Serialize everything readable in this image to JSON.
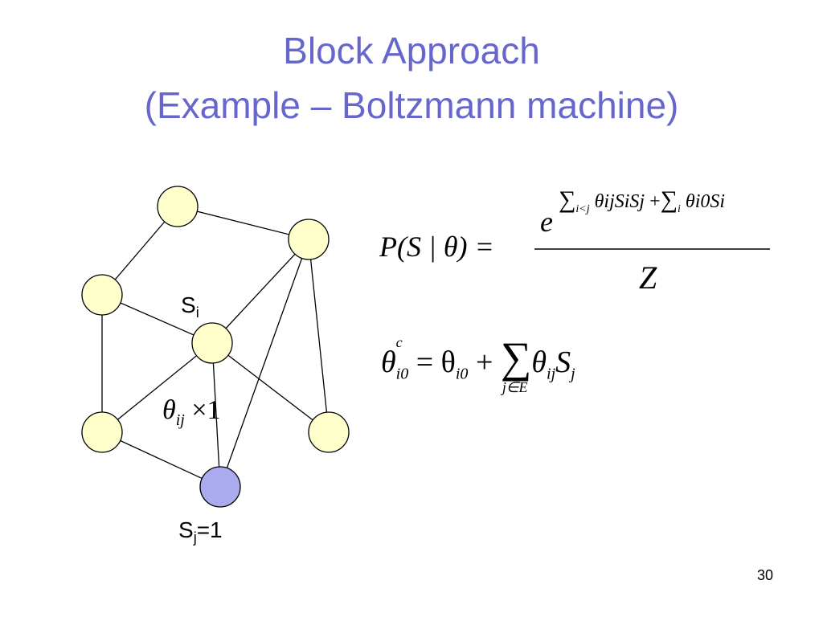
{
  "slide": {
    "title_line1": "Block Approach",
    "title_line2": "(Example – Boltzmann machine)",
    "page_number": "30"
  },
  "diagram": {
    "node_fill": "#ffffcc",
    "highlight_fill": "#aaaaee",
    "label_si": "S",
    "label_si_sub": "i",
    "label_sj": "S",
    "label_sj_sub": "j",
    "label_sj_value": "=1",
    "edge_weight_symbol": "θ",
    "edge_weight_sub": "ij",
    "edge_weight_times": "×1"
  },
  "formulas": {
    "prob_lhs": "P(S | θ) =",
    "prob_exp_e": "e",
    "prob_exp_sum1": "∑",
    "prob_exp_sum1_sub": "i<j",
    "prob_exp_term1": "θijSiSj",
    "prob_exp_plus": "+",
    "prob_exp_sum2": "∑",
    "prob_exp_sum2_sub": "i",
    "prob_exp_term2": "θi0Si",
    "prob_denominator": "Z",
    "theta_lhs": "θ",
    "theta_lhs_sup": "c",
    "theta_lhs_sub": "i0",
    "theta_eq": "= θ",
    "theta_eq_sub": "i0",
    "theta_plus": "+",
    "theta_sum": "∑",
    "theta_sum_sub": "j∈E",
    "theta_term": "θ",
    "theta_term_sub": "ij",
    "theta_term_s": "S",
    "theta_term_s_sub": "j"
  }
}
